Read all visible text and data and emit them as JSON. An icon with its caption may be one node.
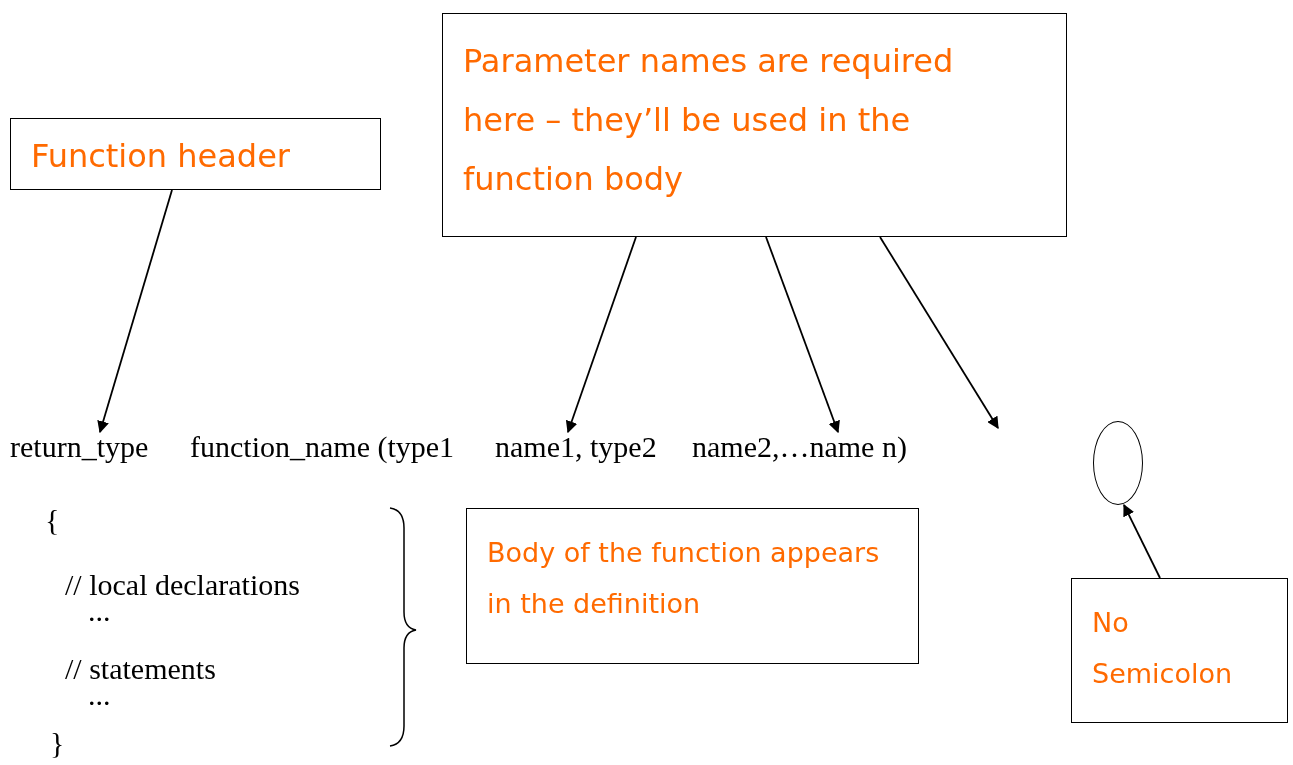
{
  "diagram": {
    "nodes": [
      {
        "text": [
          "Function header"
        ]
      },
      {
        "text": [
          "Parameter names are required here – they’ll be used in the function body"
        ]
      },
      {
        "text": [
          "Body of the function appears in the definition"
        ]
      },
      {
        "text": [
          "No Semicolon"
        ]
      },
      {
        "text": [],
        "shape": "circle"
      },
      {
        "text": [
          "return_type"
        ]
      },
      {
        "text": [
          "function_name (type1"
        ]
      },
      {
        "text": [
          "name1,"
        ]
      },
      {
        "text": [
          "type2"
        ]
      },
      {
        "text": [
          "name2,…name n)"
        ]
      }
    ],
    "edges": [
      {
        "from": 0,
        "to": 5,
        "arrow": "to"
      },
      {
        "from": 1,
        "to": 7,
        "arrow": "to"
      },
      {
        "from": 1,
        "to": 9,
        "arrow": "to"
      },
      {
        "from": 1,
        "to": null,
        "arrow": "to"
      },
      {
        "from": 3,
        "to": 4,
        "arrow": "to"
      }
    ],
    "labels": [
      "{",
      "// local declarations",
      "...",
      "// statements",
      "...",
      "}"
    ]
  }
}
